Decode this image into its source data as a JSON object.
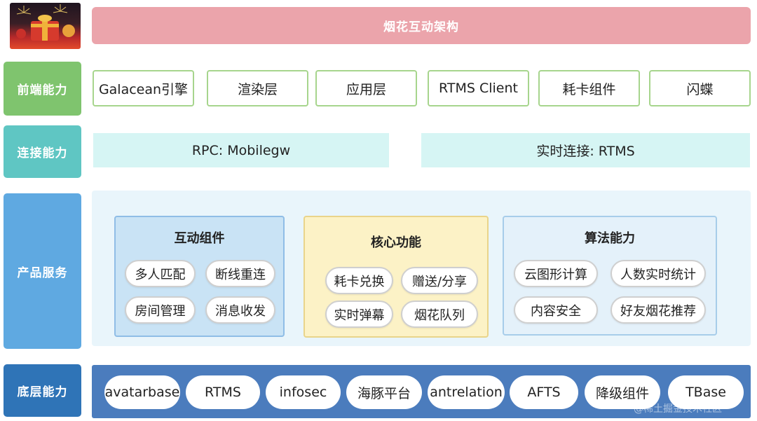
{
  "title": "烟花互动架构",
  "logo": "fireworks-gift-image",
  "rows": {
    "frontend": {
      "label": "前端能力",
      "items": [
        "Galacean引擎",
        "渲染层",
        "应用层",
        "RTMS Client",
        "耗卡组件",
        "闪蝶"
      ]
    },
    "connection": {
      "label": "连接能力",
      "items": [
        "RPC: Mobilegw",
        "实时连接: RTMS"
      ]
    },
    "product": {
      "label": "产品服务",
      "groups": [
        {
          "title": "互动组件",
          "items": [
            "多人匹配",
            "断线重连",
            "房间管理",
            "消息收发"
          ]
        },
        {
          "title": "核心功能",
          "items": [
            "耗卡兑换",
            "赠送/分享",
            "实时弹幕",
            "烟花队列"
          ]
        },
        {
          "title": "算法能力",
          "items": [
            "云图形计算",
            "人数实时统计",
            "内容安全",
            "好友烟花推荐"
          ]
        }
      ]
    },
    "base": {
      "label": "底层能力",
      "items": [
        "avatarbase",
        "RTMS",
        "infosec",
        "海豚平台",
        "antrelation",
        "AFTS",
        "降级组件",
        "TBase"
      ]
    }
  },
  "watermark": "@稀土掘金技术社区",
  "colors": {
    "title_bar": "#eba4ab",
    "frontend": "#7fc46e",
    "connection": "#5fc6c3",
    "product": "#5fa9e1",
    "base": "#2f74b7"
  }
}
